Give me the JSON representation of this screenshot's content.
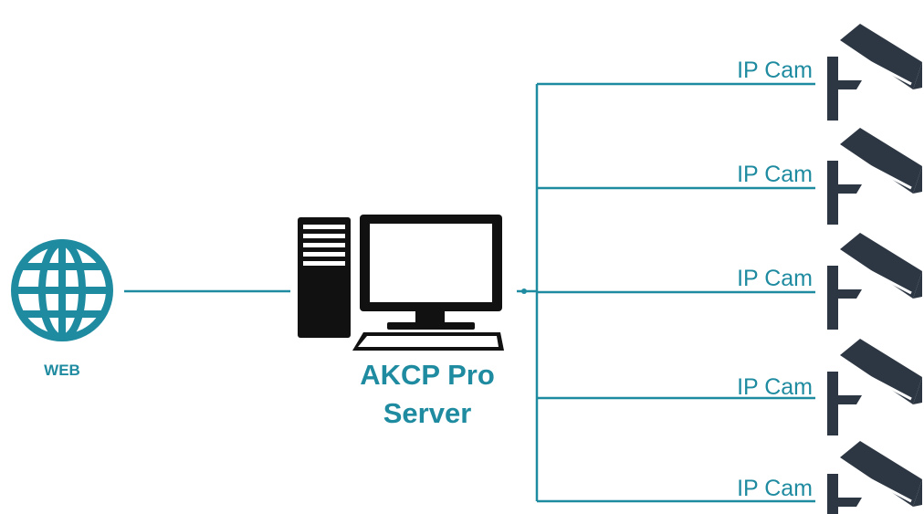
{
  "colors": {
    "teal": "#1f8ba0",
    "dark": "#2d3743",
    "black": "#111111"
  },
  "web": {
    "icon": "globe-icon",
    "label": "WEB"
  },
  "server": {
    "icon": "desktop-computer-icon",
    "label_line1": "AKCP Pro",
    "label_line2": "Server"
  },
  "cameras": [
    {
      "label": "IP Cam",
      "icon": "security-camera-icon"
    },
    {
      "label": "IP Cam",
      "icon": "security-camera-icon"
    },
    {
      "label": "IP Cam",
      "icon": "security-camera-icon"
    },
    {
      "label": "IP Cam",
      "icon": "security-camera-icon"
    },
    {
      "label": "IP Cam",
      "icon": "security-camera-icon"
    }
  ]
}
